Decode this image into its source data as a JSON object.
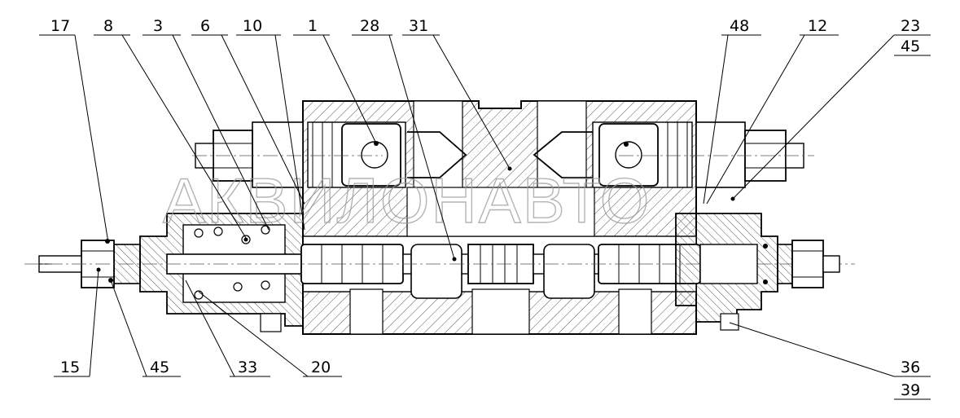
{
  "watermark": "АКВИЛОНАВТО",
  "callouts": [
    {
      "id": "c17",
      "label": "17"
    },
    {
      "id": "c8",
      "label": "8"
    },
    {
      "id": "c3",
      "label": "3"
    },
    {
      "id": "c6",
      "label": "6"
    },
    {
      "id": "c10",
      "label": "10"
    },
    {
      "id": "c1",
      "label": "1"
    },
    {
      "id": "c28",
      "label": "28"
    },
    {
      "id": "c31",
      "label": "31"
    },
    {
      "id": "c48",
      "label": "48"
    },
    {
      "id": "c12",
      "label": "12"
    },
    {
      "id": "c23",
      "label": "23"
    },
    {
      "id": "c45top",
      "label": "45"
    },
    {
      "id": "c15",
      "label": "15"
    },
    {
      "id": "c45bot",
      "label": "45"
    },
    {
      "id": "c33",
      "label": "33"
    },
    {
      "id": "c20",
      "label": "20"
    },
    {
      "id": "c36",
      "label": "36"
    },
    {
      "id": "c39",
      "label": "39"
    }
  ],
  "colors": {
    "line": "#000000",
    "hatch": "#444444",
    "watermark": "#9a9a9a",
    "background": "#ffffff"
  }
}
